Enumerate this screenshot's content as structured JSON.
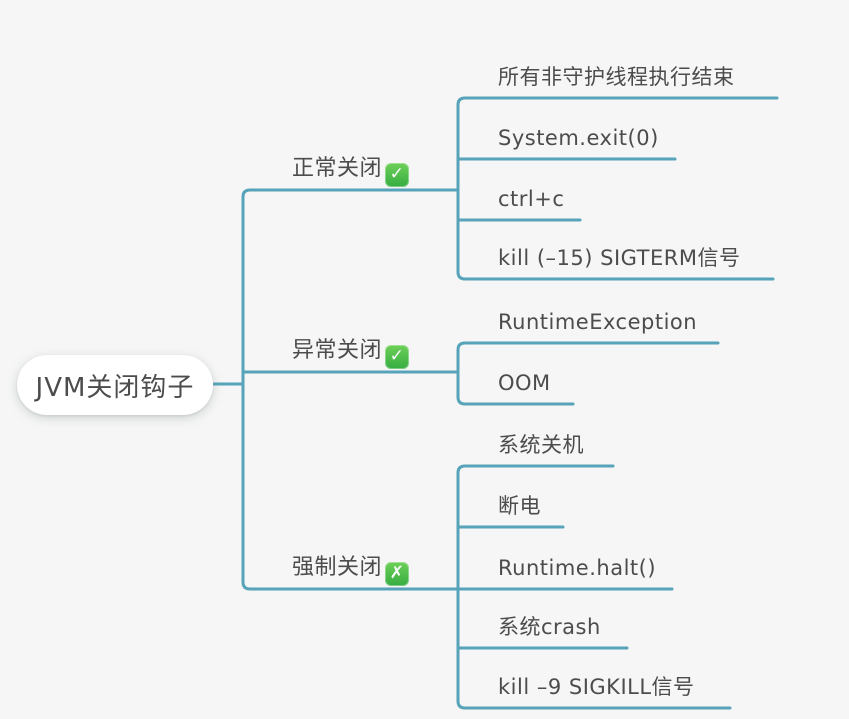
{
  "root": {
    "label": "JVM关闭钩子"
  },
  "branches": [
    {
      "label": "正常关闭",
      "mark": "check",
      "mark_glyph": "✓",
      "children": [
        "所有非守护线程执行结束",
        "System.exit(0)",
        "ctrl+c",
        "kill (–15) SIGTERM信号"
      ]
    },
    {
      "label": "异常关闭",
      "mark": "check",
      "mark_glyph": "✓",
      "children": [
        "RuntimeException",
        "OOM"
      ]
    },
    {
      "label": "强制关闭",
      "mark": "cross",
      "mark_glyph": "✗",
      "children": [
        "系统关机",
        "断电",
        "Runtime.halt()",
        "系统crash",
        "kill –9 SIGKILL信号"
      ]
    }
  ],
  "colors": {
    "line": "#57a3b9",
    "text": "#4c4c4c",
    "emoji_green": "#35ad41"
  }
}
